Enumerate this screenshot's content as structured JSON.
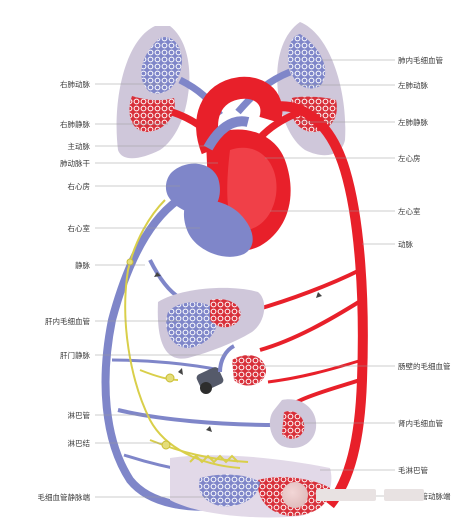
{
  "labels_left": [
    {
      "id": "right-pulmonary-artery",
      "text": "右肺动脉"
    },
    {
      "id": "right-pulmonary-vein",
      "text": "右肺静脉"
    },
    {
      "id": "aorta",
      "text": "主动脉"
    },
    {
      "id": "pulmonary-trunk",
      "text": "肺动脉干"
    },
    {
      "id": "right-atrium",
      "text": "右心房"
    },
    {
      "id": "right-ventricle",
      "text": "右心室"
    },
    {
      "id": "vein",
      "text": "静脉"
    },
    {
      "id": "liver-capillaries",
      "text": "肝内毛细血管"
    },
    {
      "id": "hepatic-portal-vein",
      "text": "肝门静脉"
    },
    {
      "id": "lymphatic-vessel",
      "text": "淋巴管"
    },
    {
      "id": "lymph-node",
      "text": "淋巴结"
    },
    {
      "id": "capillary-venous-end",
      "text": "毛细血管静脉端"
    }
  ],
  "labels_right": [
    {
      "id": "lung-capillaries",
      "text": "肺内毛细血管"
    },
    {
      "id": "left-pulmonary-artery",
      "text": "左肺动脉"
    },
    {
      "id": "left-pulmonary-vein",
      "text": "左肺静脉"
    },
    {
      "id": "left-atrium",
      "text": "左心房"
    },
    {
      "id": "left-ventricle",
      "text": "左心室"
    },
    {
      "id": "artery",
      "text": "动脉"
    },
    {
      "id": "intestine-capillaries",
      "text": "肠壁的毛细血管"
    },
    {
      "id": "kidney-capillaries",
      "text": "肾内毛细血管"
    },
    {
      "id": "lymph-capillary",
      "text": "毛淋巴管"
    },
    {
      "id": "capillary-arterial-end",
      "text": "毛细血管动脉端"
    }
  ],
  "colors": {
    "artery": "#e8202a",
    "vein": "#7f86c9",
    "lymph": "#d9cf4a",
    "organ": "#c9c3d6",
    "capillary_red": "#d8303a",
    "capillary_blue": "#6a6fc0"
  }
}
